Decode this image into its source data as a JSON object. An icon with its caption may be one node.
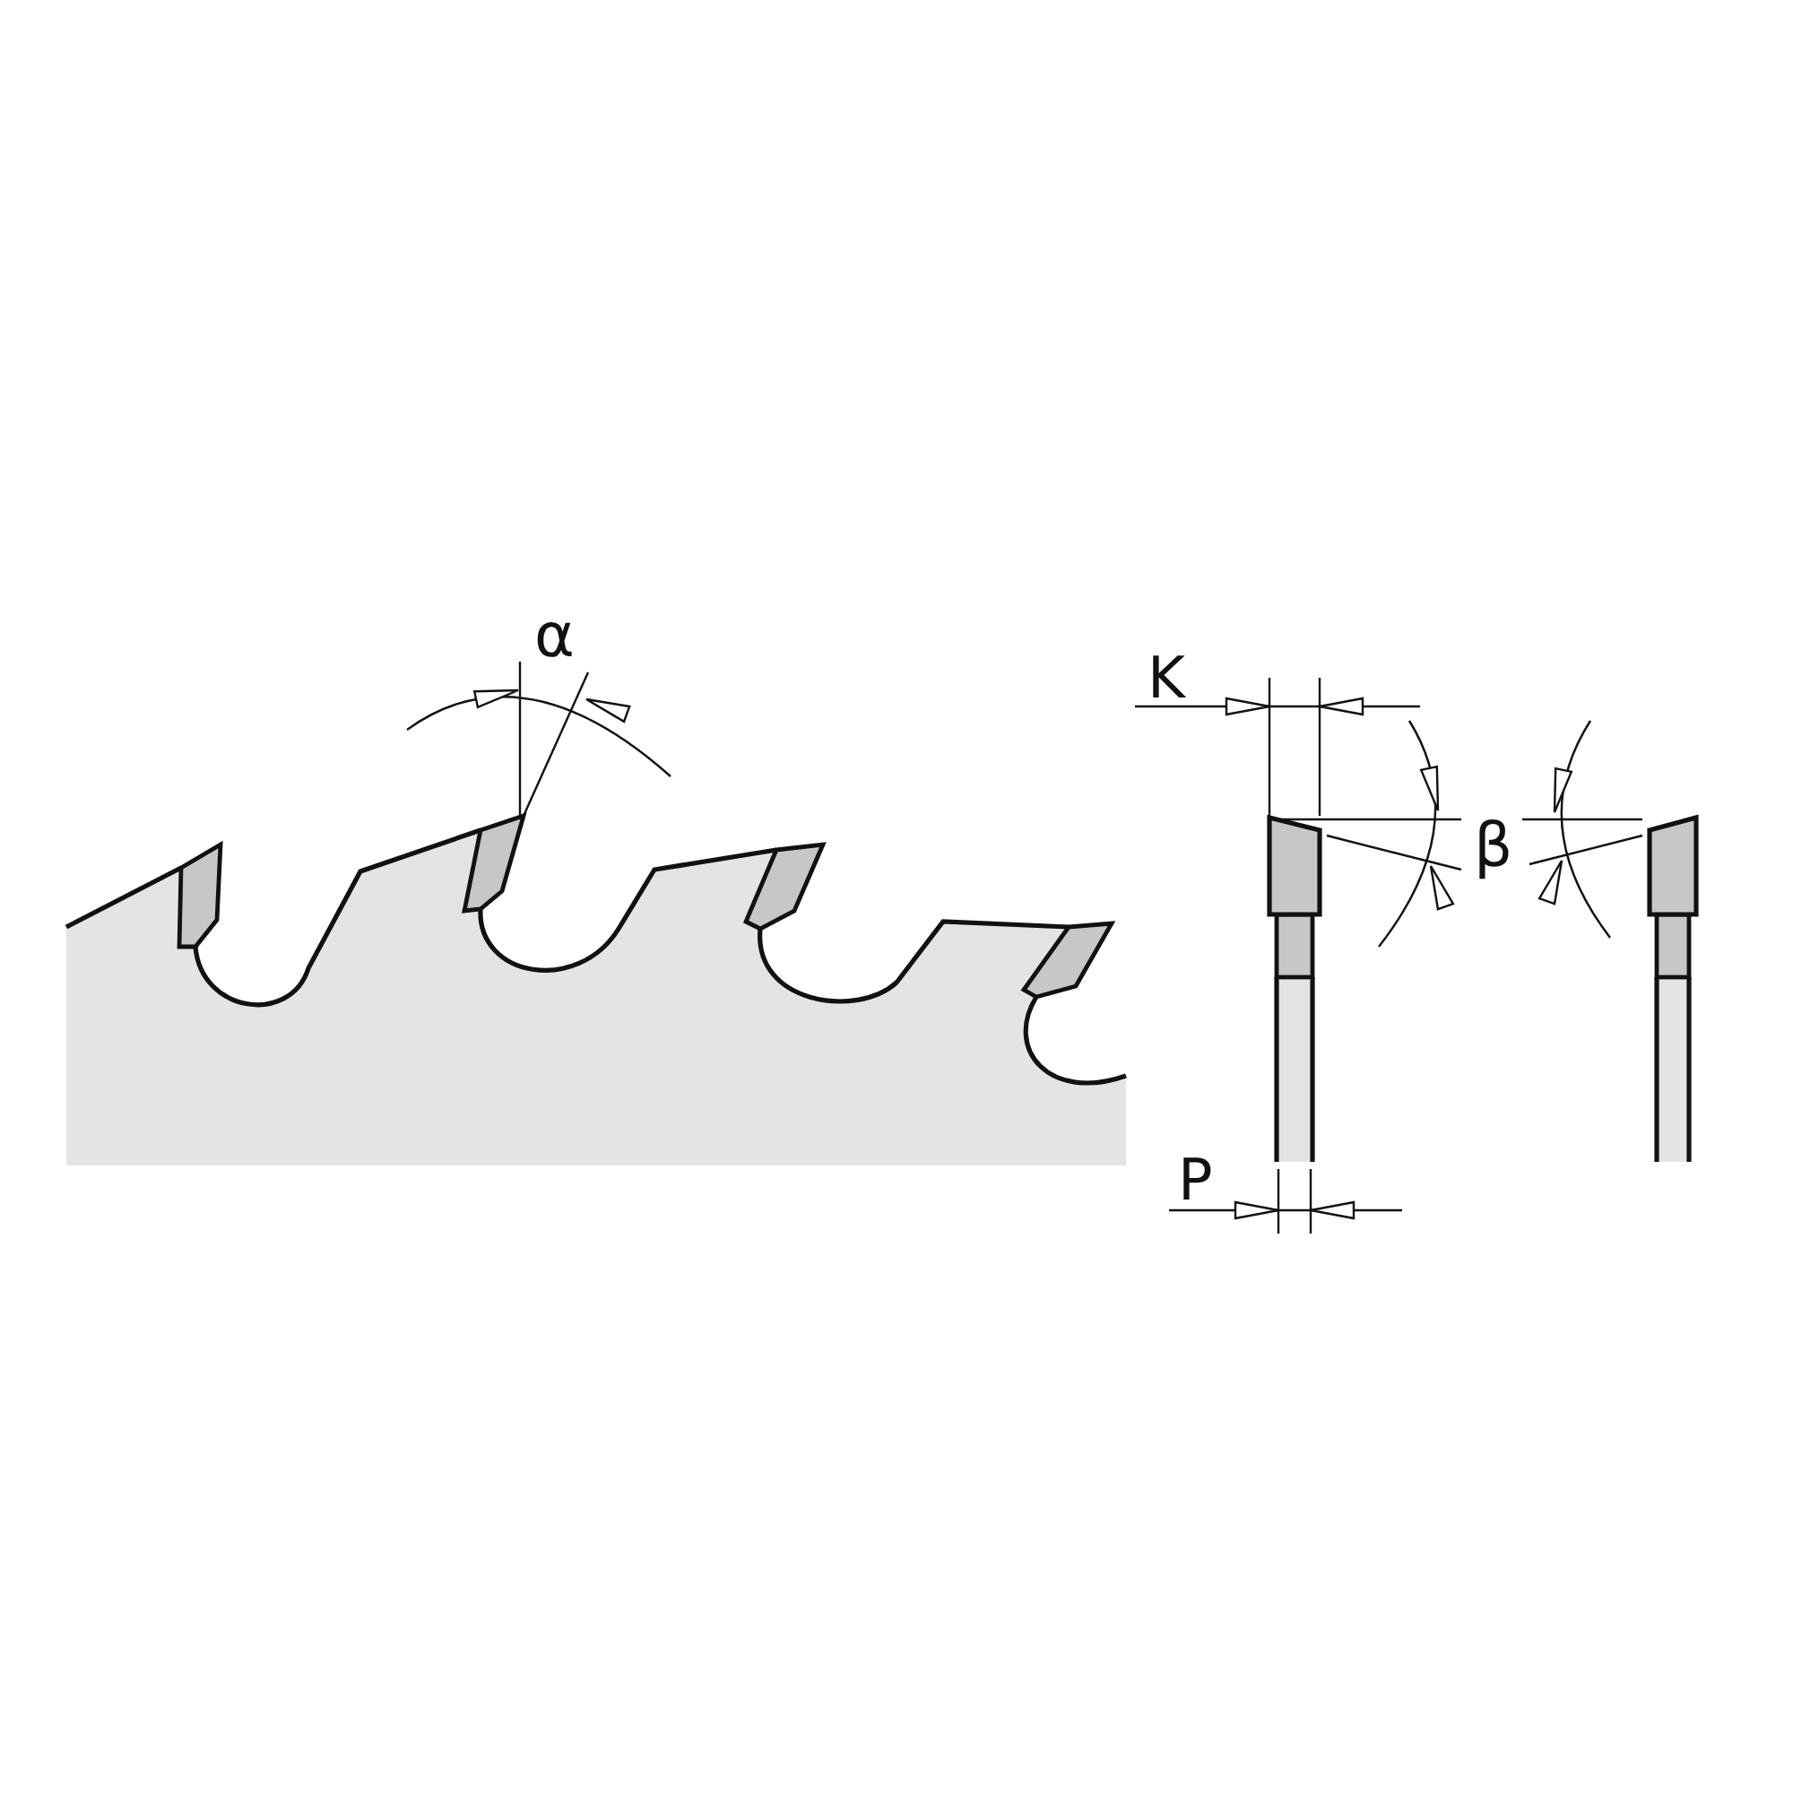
{
  "diagram": {
    "labels": [
      "α",
      "K",
      "β",
      "P"
    ]
  }
}
